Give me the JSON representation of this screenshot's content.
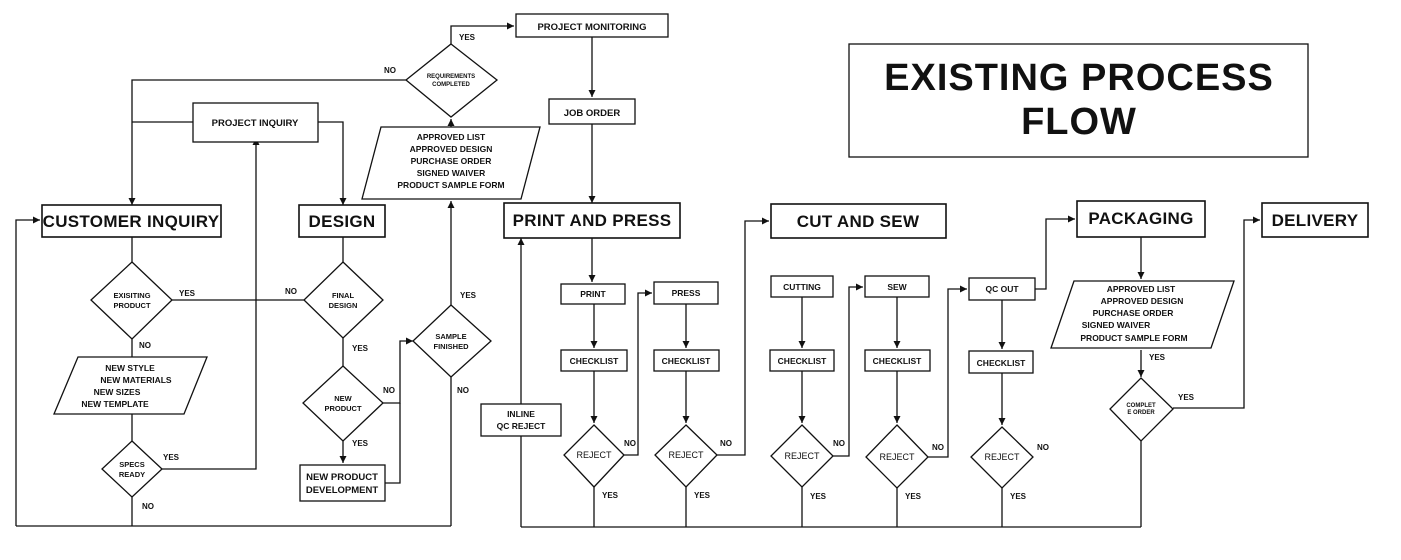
{
  "title": [
    "EXISTING PROCESS",
    "FLOW"
  ],
  "nodes": {
    "project_monitoring": "PROJECT MONITORING",
    "requirements_completed": [
      "REQUIREMENTS",
      "COMPLETED"
    ],
    "project_inquiry": "PROJECT INQUIRY",
    "job_order": "JOB ORDER",
    "requirements_doc": [
      "APPROVED LIST",
      "APPROVED DESIGN",
      "PURCHASE ORDER",
      "SIGNED WAIVER",
      "PRODUCT SAMPLE FORM"
    ],
    "customer_inquiry": "CUSTOMER INQUIRY",
    "design": "DESIGN",
    "print_and_press": "PRINT AND PRESS",
    "cut_and_sew": "CUT AND SEW",
    "packaging": "PACKAGING",
    "delivery": "DELIVERY",
    "existing_product": [
      "EXISITING",
      "PRODUCT"
    ],
    "final_design": [
      "FINAL",
      "DESIGN"
    ],
    "sample_finished": [
      "SAMPLE",
      "FINISHED"
    ],
    "new_style_doc": [
      "NEW STYLE",
      "NEW MATERIALS",
      "NEW SIZES",
      "NEW TEMPLATE"
    ],
    "new_product": [
      "NEW",
      "PRODUCT"
    ],
    "specs_ready": [
      "SPECS",
      "READY"
    ],
    "new_product_development": [
      "NEW PRODUCT",
      "DEVELOPMENT"
    ],
    "inline_qc_reject": [
      "INLINE",
      "QC REJECT"
    ],
    "print": "PRINT",
    "press": "PRESS",
    "cutting": "CUTTING",
    "sew": "SEW",
    "qc_out": "QC OUT",
    "checklist": "CHECKLIST",
    "reject": "REJECT",
    "packaging_doc": [
      "APPROVED LIST",
      "APPROVED DESIGN",
      "PURCHASE ORDER",
      "SIGNED WAIVER",
      "PRODUCT SAMPLE FORM"
    ],
    "complete_order": [
      "COMPLET",
      "E ORDER"
    ]
  },
  "edge_labels": {
    "yes": "YES",
    "no": "NO"
  }
}
